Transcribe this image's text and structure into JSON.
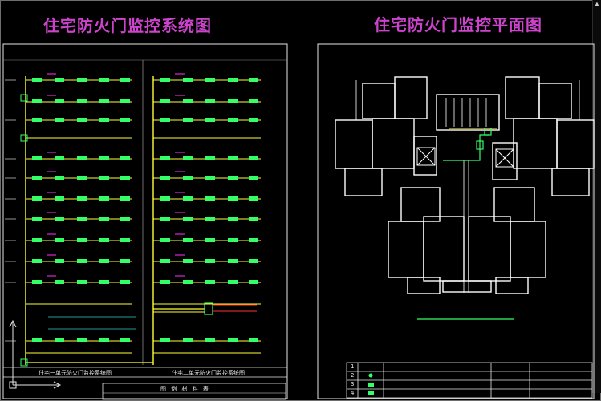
{
  "titles": {
    "system_diagram": "住宅防火门监控系统图",
    "floor_plan": "住宅防火门监控平面图"
  },
  "captions": {
    "unit_one": "住宅一单元防火门监控系统图",
    "unit_two": "住宅二单元防火门监控系统图"
  },
  "legend_table": {
    "title": "图 例 材 料 表",
    "row_numbers": [
      "1",
      "2",
      "3",
      "4"
    ]
  },
  "colors": {
    "background": "#000000",
    "title": "#cc44cc",
    "bus_line": "#ffff33",
    "device": "#33ff66",
    "walls": "#ffffff",
    "frame": "#e6e6e6"
  }
}
